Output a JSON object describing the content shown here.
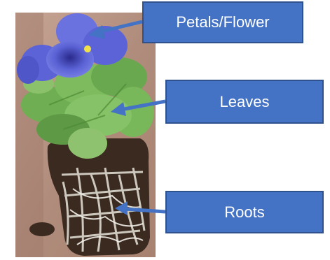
{
  "labels": {
    "flower": "Petals/Flower",
    "leaves": "Leaves",
    "roots": "Roots"
  },
  "colors": {
    "box_fill": "#4472c4",
    "box_border": "#2f528f",
    "arrow": "#4472c4",
    "petal": "#5b63d6",
    "leaf": "#6fae52",
    "soil": "#3a2a1f",
    "root": "#e8e4da",
    "background_ground": "#b08c7c"
  },
  "icons": {
    "flower": "pansy-flower-icon",
    "arrows": "arrow-left-icon"
  }
}
